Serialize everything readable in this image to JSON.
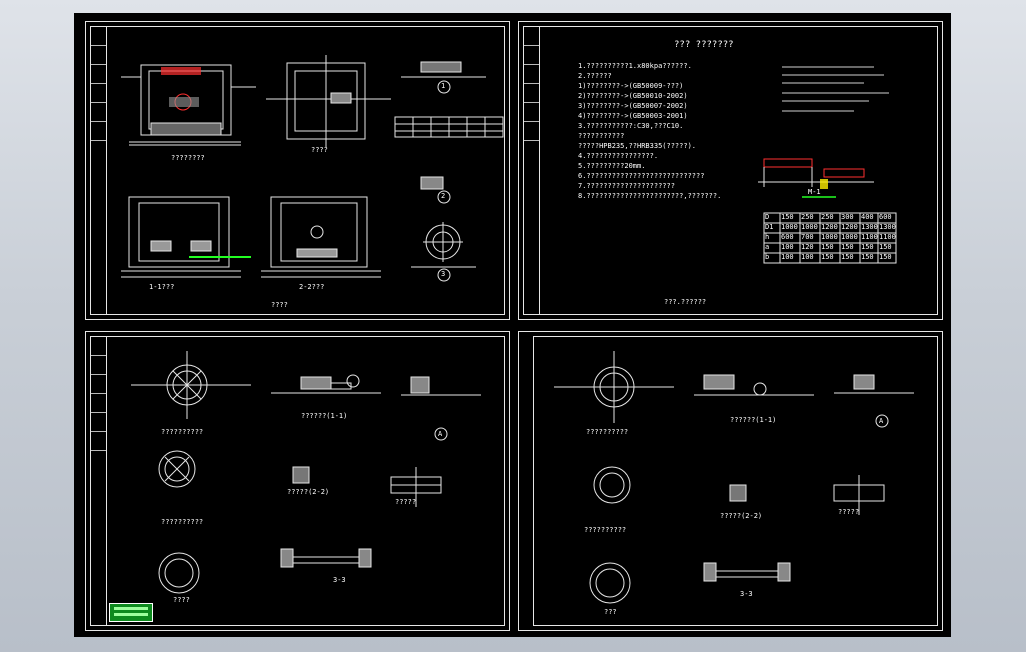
{
  "sheets": {
    "s1": {
      "labels": {
        "section1": "1-1???",
        "section2": "2-2???",
        "plan": "????",
        "circle1": "1",
        "circle2": "2",
        "circle3": "3",
        "caption1": "????????",
        "caption2": "????"
      }
    },
    "s2": {
      "title": "???   ???????",
      "footer": "???.??????",
      "section": "M-1",
      "notes": [
        "1.??????????1.x80kpa??????.",
        "2.??????",
        "  1)????????->(GB50009-???)",
        "  2)????????->(GB50010-2002)",
        "  3)????????->(GB50007-2002)",
        "  4)????????->(GB50003-2001)",
        "3.???????????:C30,???C10.",
        "  ???????????",
        "  ?????HPB235,??HRB335(?????).",
        "4.????????????????.",
        "5.?????????20mm.",
        "6.????????????????????????????",
        "7.?????????????????????",
        "8.???????????????????????,???????."
      ],
      "table": {
        "rows": [
          [
            "D",
            "150",
            "250",
            "250",
            "300",
            "400",
            "600"
          ],
          [
            "D1",
            "1000",
            "1000",
            "1200",
            "1200",
            "1300",
            "1300"
          ],
          [
            "h",
            "600",
            "700",
            "1000",
            "1000",
            "1100",
            "1100"
          ],
          [
            "a",
            "100",
            "120",
            "150",
            "150",
            "150",
            "150"
          ],
          [
            "b",
            "100",
            "100",
            "150",
            "150",
            "150",
            "150"
          ]
        ]
      }
    },
    "s3": {
      "labels": {
        "plan1": "??????????",
        "plan2": "??????????",
        "ring": "????",
        "detail1": "??????(1-1)",
        "detail2": "?????(2-2)",
        "detail3": "?????",
        "section33": "3-3",
        "marker": "A"
      }
    },
    "s4": {
      "labels": {
        "plan1": "??????????",
        "plan2": "??????????",
        "ring": "???",
        "detail1": "??????(1-1)",
        "detail2": "?????(2-2)",
        "detail3": "?????",
        "section33": "3-3",
        "marker": "A"
      }
    }
  },
  "colors": {
    "background": "#000000",
    "linework": "#e6e6e6",
    "cyan": "#00e0e0",
    "red": "#ff3030",
    "yellow": "#ffee00",
    "green": "#0d8a1e"
  }
}
